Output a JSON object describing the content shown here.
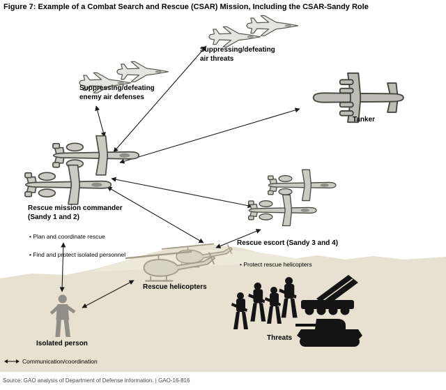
{
  "title": "Figure 7: Example of a Combat Search and Rescue (CSAR) Mission, Including the CSAR-Sandy Role",
  "nodes": {
    "air_threats": {
      "label": "Suppressing/defeating\nair threats"
    },
    "enemy_air_defenses": {
      "label": "Suppressing/defeating\nenemy air defenses"
    },
    "tanker": {
      "label": "Tanker"
    },
    "commander": {
      "label": "Rescue mission commander\n(Sandy 1 and 2)",
      "bullets": [
        "• Plan and coordinate rescue",
        "• Find and protect isolated personnel"
      ]
    },
    "escort": {
      "label": "Rescue escort (Sandy 3 and 4)",
      "bullets": [
        "• Protect rescue helicopters"
      ]
    },
    "helicopters": {
      "label": "Rescue helicopters"
    },
    "threats": {
      "label": "Threats"
    },
    "isolated_person": {
      "label": "Isolated person"
    }
  },
  "legend": {
    "label": "Communication/coordination"
  },
  "source": "Source: GAO analysis of Department of Defense information.  |  GAO-16-816",
  "icons": {
    "legend-double-arrow-icon": "double-headed-arrow",
    "communication-arrow": "double-headed-line"
  },
  "colors": {
    "terrain": "#e8e1d1",
    "terrain_highlight": "#efe9db",
    "aircraft_light": "#e4e4e1",
    "aircraft_mid": "#cbcbc4",
    "aircraft_dark": "#bdbdb6",
    "helicopter": "#d9d3c3",
    "silhouette": "#141414",
    "person": "#8f8f88",
    "arrow": "#1a1a1a"
  }
}
